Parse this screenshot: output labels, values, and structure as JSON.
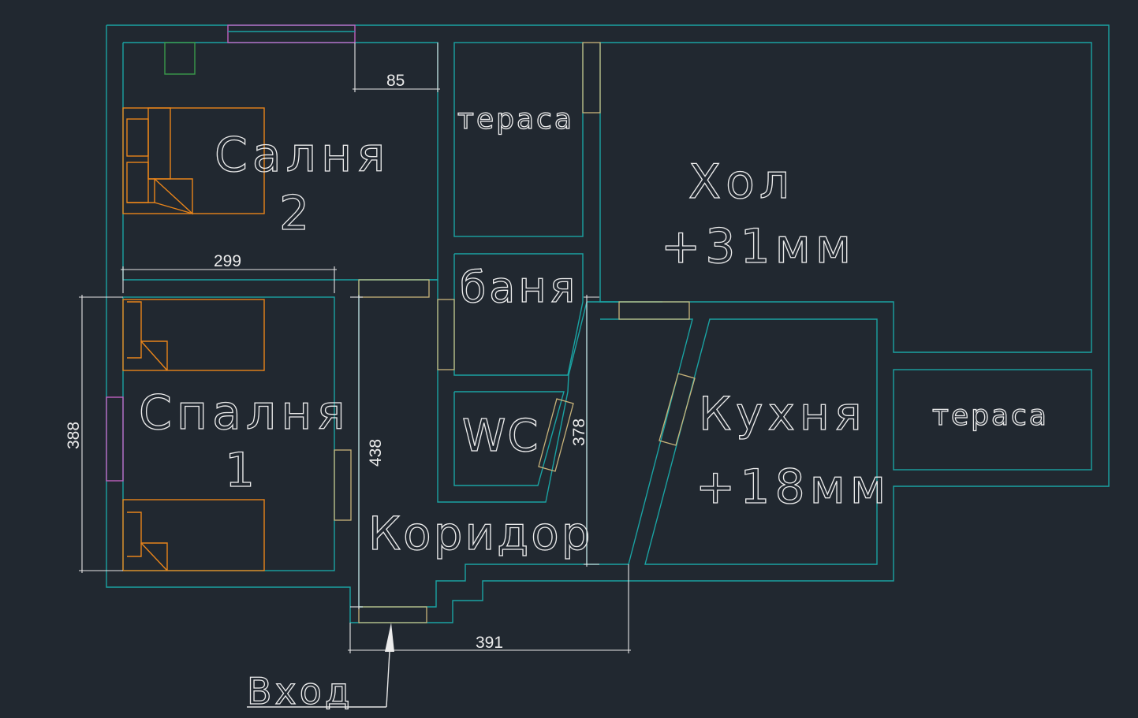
{
  "rooms": {
    "bedroom2_line1": "Салня",
    "bedroom2_line2": "2",
    "bedroom1_line1": "Спалня",
    "bedroom1_line2": "1",
    "terrace_top": "тераса",
    "terrace_right": "тераса",
    "hall_line1": "Хол",
    "hall_line2": "+31мм",
    "bathroom": "баня",
    "wc": "WC",
    "kitchen_line1": "Кухня",
    "kitchen_line2": "+18мм",
    "corridor": "Коридор",
    "entrance": "Вход"
  },
  "dimensions": {
    "d85": "85",
    "d299": "299",
    "d388": "388",
    "d438": "438",
    "d378": "378",
    "d391": "391"
  },
  "colors": {
    "background": "#212830",
    "walls": "#1aa3a3",
    "furniture": "#e8841a",
    "doors": "#c9b47a",
    "windows": "#c060c0",
    "text": "#ececec"
  }
}
